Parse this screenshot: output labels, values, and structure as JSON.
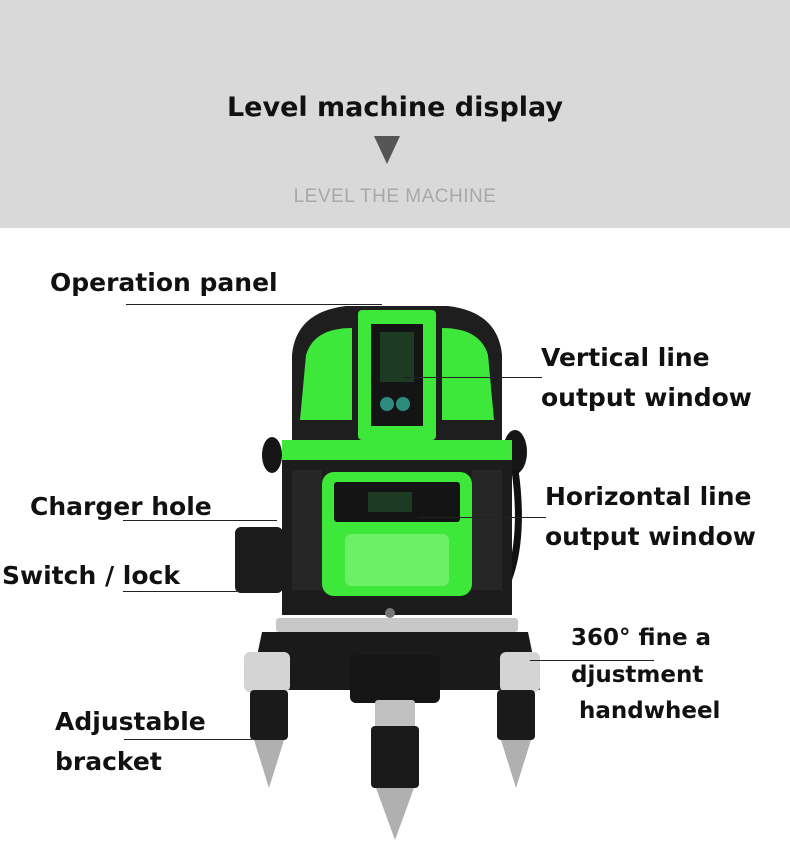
{
  "banner": {
    "title": "Level machine display",
    "subtitle": "LEVEL THE MACHINE"
  },
  "labels": {
    "operation_panel": "Operation panel",
    "vertical_line_1": "Vertical line",
    "vertical_line_2": "output window",
    "charger_hole": "Charger hole",
    "horizontal_line_1": "Horizontal line",
    "horizontal_line_2": "output window",
    "switch_lock": "Switch / lock",
    "fine_adjust_1": "360° fine a",
    "fine_adjust_2": "djustment",
    "fine_adjust_3": "handwheel",
    "adjustable_1": "Adjustable",
    "adjustable_2": "bracket"
  },
  "colors": {
    "banner_bg": "#d9d9d9",
    "accent_green": "#3ee83a",
    "body_dark": "#1e1e1e"
  }
}
